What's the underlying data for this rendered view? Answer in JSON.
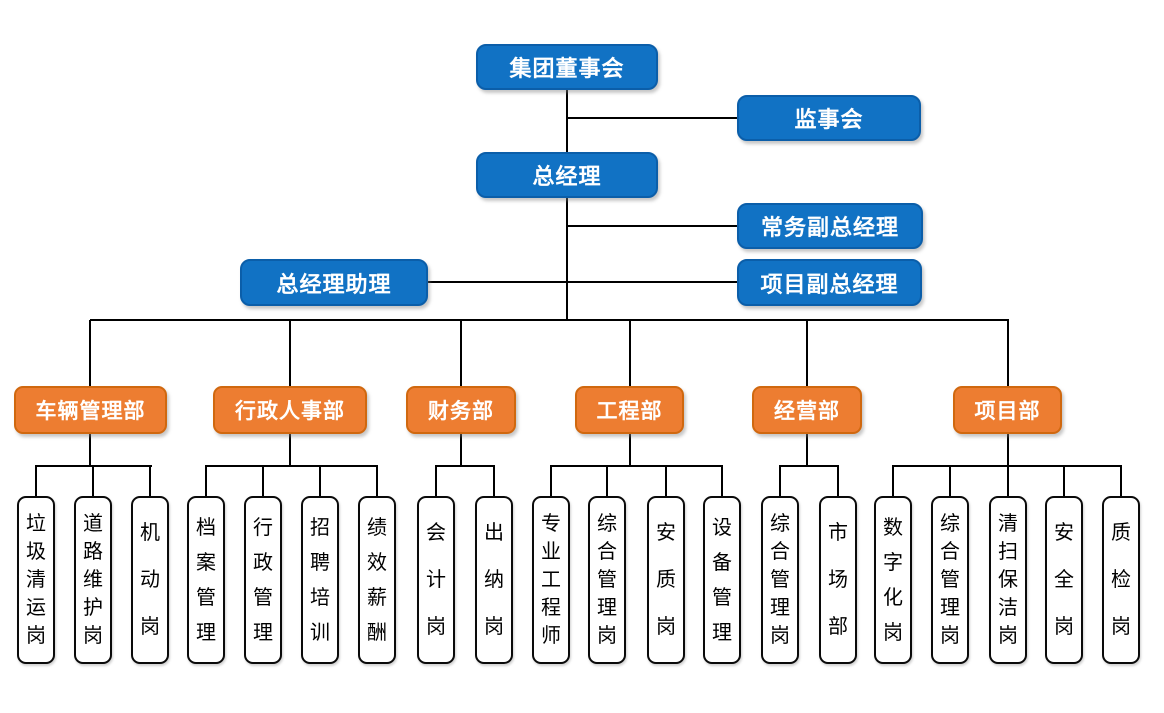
{
  "diagram": {
    "type": "org-chart",
    "language": "zh-CN",
    "background": "#ffffff",
    "colors": {
      "executive_fill": "#1172C4",
      "executive_border": "#0B5EA9",
      "executive_text": "#FFFFFF",
      "department_fill": "#ED7D31",
      "department_border": "#D0680F",
      "department_text": "#FFFFFF",
      "post_fill": "#FFFFFF",
      "post_border": "#0A0A0A",
      "post_text": "#000000",
      "connector": "#000000"
    },
    "nodes": [
      {
        "id": "group-board",
        "label": "集团董事会",
        "kind": "executive",
        "parent": null
      },
      {
        "id": "supervisory-board",
        "label": "监事会",
        "kind": "executive",
        "parent": "group-board"
      },
      {
        "id": "general-manager",
        "label": "总经理",
        "kind": "executive",
        "parent": "group-board"
      },
      {
        "id": "executive-deputy-gm",
        "label": "常务副总经理",
        "kind": "executive",
        "parent": "general-manager"
      },
      {
        "id": "gm-assistant",
        "label": "总经理助理",
        "kind": "executive",
        "parent": "general-manager"
      },
      {
        "id": "project-deputy-gm",
        "label": "项目副总经理",
        "kind": "executive",
        "parent": "general-manager"
      },
      {
        "id": "dept-vehicle",
        "label": "车辆管理部",
        "kind": "department",
        "parent": "general-manager"
      },
      {
        "id": "dept-admin-hr",
        "label": "行政人事部",
        "kind": "department",
        "parent": "general-manager"
      },
      {
        "id": "dept-finance",
        "label": "财务部",
        "kind": "department",
        "parent": "general-manager"
      },
      {
        "id": "dept-engineering",
        "label": "工程部",
        "kind": "department",
        "parent": "general-manager"
      },
      {
        "id": "dept-operations",
        "label": "经营部",
        "kind": "department",
        "parent": "general-manager"
      },
      {
        "id": "dept-project",
        "label": "项目部",
        "kind": "department",
        "parent": "general-manager"
      },
      {
        "id": "post-garbage-collection",
        "label": "垃圾清运岗",
        "kind": "post",
        "parent": "dept-vehicle"
      },
      {
        "id": "post-road-maintenance",
        "label": "道路维护岗",
        "kind": "post",
        "parent": "dept-vehicle"
      },
      {
        "id": "post-mobile",
        "label": "机动岗",
        "kind": "post",
        "parent": "dept-vehicle"
      },
      {
        "id": "post-archive-mgmt",
        "label": "档案管理",
        "kind": "post",
        "parent": "dept-admin-hr"
      },
      {
        "id": "post-admin-mgmt",
        "label": "行政管理",
        "kind": "post",
        "parent": "dept-admin-hr"
      },
      {
        "id": "post-recruit-training",
        "label": "招聘培训",
        "kind": "post",
        "parent": "dept-admin-hr"
      },
      {
        "id": "post-performance-pay",
        "label": "绩效薪酬",
        "kind": "post",
        "parent": "dept-admin-hr"
      },
      {
        "id": "post-accounting",
        "label": "会计岗",
        "kind": "post",
        "parent": "dept-finance"
      },
      {
        "id": "post-cashier",
        "label": "出纳岗",
        "kind": "post",
        "parent": "dept-finance"
      },
      {
        "id": "post-professional-engineer",
        "label": "专业工程师",
        "kind": "post",
        "parent": "dept-engineering"
      },
      {
        "id": "post-eng-general-mgmt",
        "label": "综合管理岗",
        "kind": "post",
        "parent": "dept-engineering"
      },
      {
        "id": "post-safety-quality",
        "label": "安质岗",
        "kind": "post",
        "parent": "dept-engineering"
      },
      {
        "id": "post-equipment-mgmt",
        "label": "设备管理",
        "kind": "post",
        "parent": "dept-engineering"
      },
      {
        "id": "post-ops-general-mgmt",
        "label": "综合管理岗",
        "kind": "post",
        "parent": "dept-operations"
      },
      {
        "id": "post-market",
        "label": "市场部",
        "kind": "post",
        "parent": "dept-operations"
      },
      {
        "id": "post-digitalization",
        "label": "数字化岗",
        "kind": "post",
        "parent": "dept-project"
      },
      {
        "id": "post-proj-general-mgmt",
        "label": "综合管理岗",
        "kind": "post",
        "parent": "dept-project"
      },
      {
        "id": "post-cleaning",
        "label": "清扫保洁岗",
        "kind": "post",
        "parent": "dept-project"
      },
      {
        "id": "post-safety",
        "label": "安全岗",
        "kind": "post",
        "parent": "dept-project"
      },
      {
        "id": "post-quality-inspection",
        "label": "质检岗",
        "kind": "post",
        "parent": "dept-project"
      }
    ]
  }
}
